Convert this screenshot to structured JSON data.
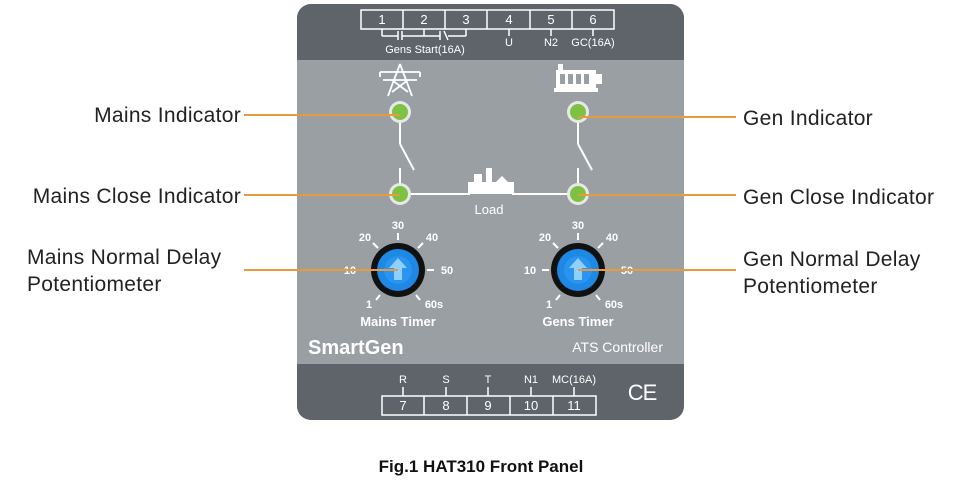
{
  "callouts": {
    "mains_indicator": "Mains Indicator",
    "mains_close_indicator": "Mains Close Indicator",
    "mains_delay_line1": "Mains Normal Delay",
    "mains_delay_line2": "Potentiometer",
    "gen_indicator": "Gen Indicator",
    "gen_close_indicator": "Gen Close Indicator",
    "gen_delay_line1": "Gen Normal Delay",
    "gen_delay_line2": "Potentiometer"
  },
  "top_terminals": [
    "1",
    "2",
    "3",
    "4",
    "5",
    "6"
  ],
  "top_labels": {
    "gens_start": "Gens Start(16A)",
    "u": "U",
    "n2": "N2",
    "gc": "GC(16A)"
  },
  "bottom_terminals": [
    "7",
    "8",
    "9",
    "10",
    "11"
  ],
  "bottom_labels": [
    "R",
    "S",
    "T",
    "N1",
    "MC(16A)"
  ],
  "load_label": "Load",
  "mains_timer": {
    "label": "Mains Timer",
    "scale": [
      "1",
      "10",
      "20",
      "30",
      "40",
      "50",
      "60s"
    ]
  },
  "gens_timer": {
    "label": "Gens Timer",
    "scale": [
      "1",
      "10",
      "20",
      "30",
      "40",
      "50",
      "60s"
    ]
  },
  "brand": "SmartGen",
  "product": "ATS Controller",
  "ce_mark": "CE",
  "caption": "Fig.1 HAT310 Front Panel",
  "colors": {
    "panel_light": "#9a9fa4",
    "panel_dark": "#5e6469",
    "led_green": "#7dc242",
    "leader_orange": "#e89a3c",
    "knob_blue": "#1e88e5"
  }
}
